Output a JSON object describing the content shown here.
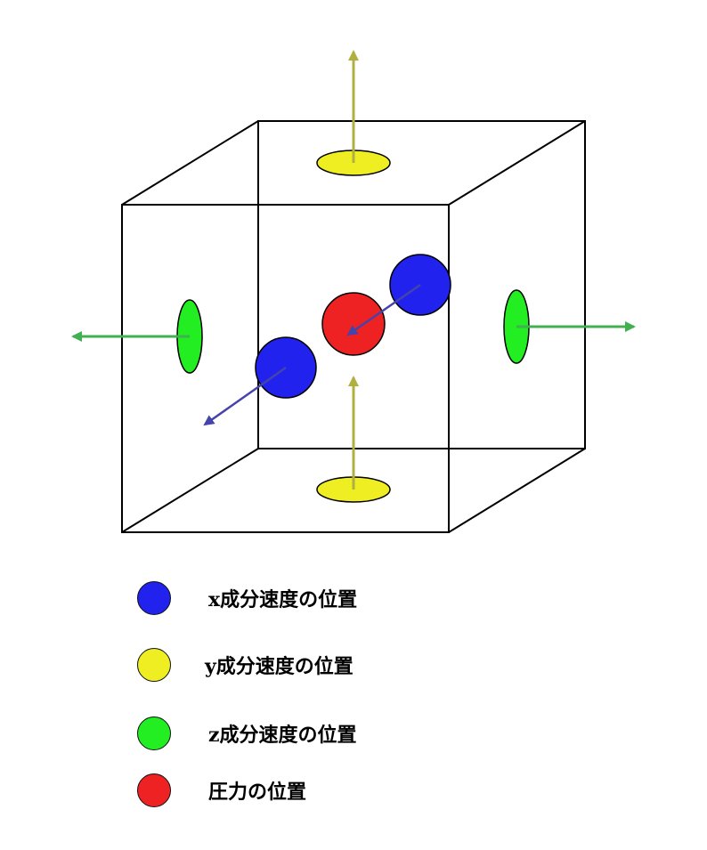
{
  "colors": {
    "x_velocity": "#2222ee",
    "y_velocity": "#eeee22",
    "z_velocity": "#22ee22",
    "pressure": "#ee2222",
    "x_arrow": "#4444aa",
    "y_arrow": "#b0b040",
    "z_arrow": "#40b050",
    "edge": "#000000"
  },
  "legend": [
    {
      "key": "x_velocity",
      "label": "x成分速度の位置"
    },
    {
      "key": "y_velocity",
      "label": "y成分速度の位置"
    },
    {
      "key": "z_velocity",
      "label": "z成分速度の位置"
    },
    {
      "key": "pressure",
      "label": "圧力の位置"
    }
  ]
}
